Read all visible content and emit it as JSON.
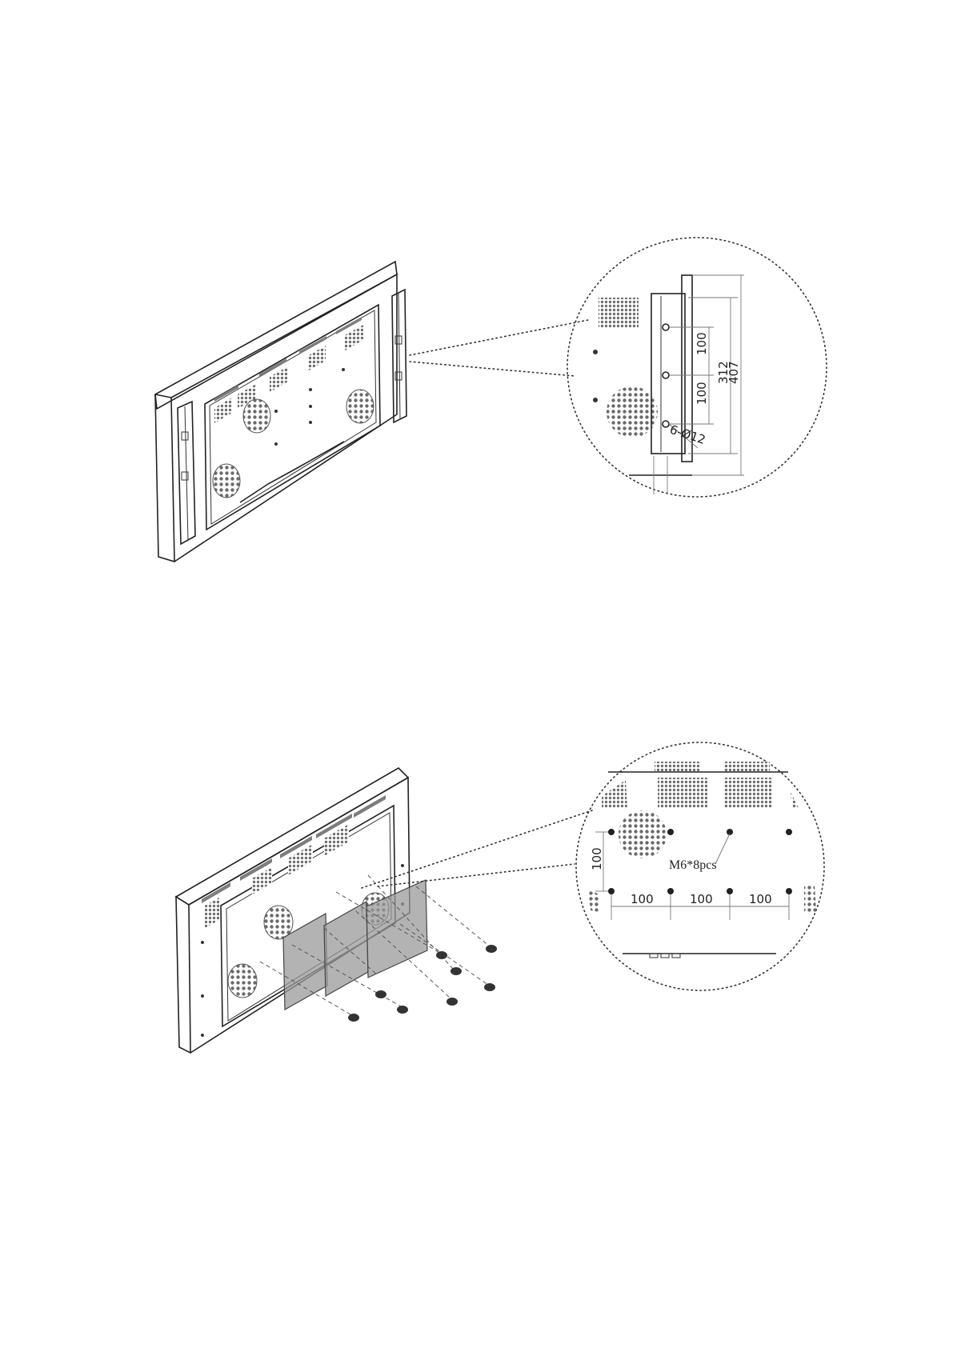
{
  "figures": [
    {
      "callout": {
        "dim_spacing_top": "100",
        "dim_spacing_bottom": "100",
        "dim_middle": "312",
        "dim_overall": "407",
        "hole_note": "6-Ø12"
      }
    },
    {
      "callout": {
        "dim_vertical": "100",
        "dim_h1": "100",
        "dim_h2": "100",
        "dim_h3": "100",
        "screw_note": "M6*8pcs"
      }
    }
  ],
  "colors": {
    "line": "#222222",
    "vent": "#7d7d7d",
    "bracket_fill": "#9a9a9a"
  }
}
